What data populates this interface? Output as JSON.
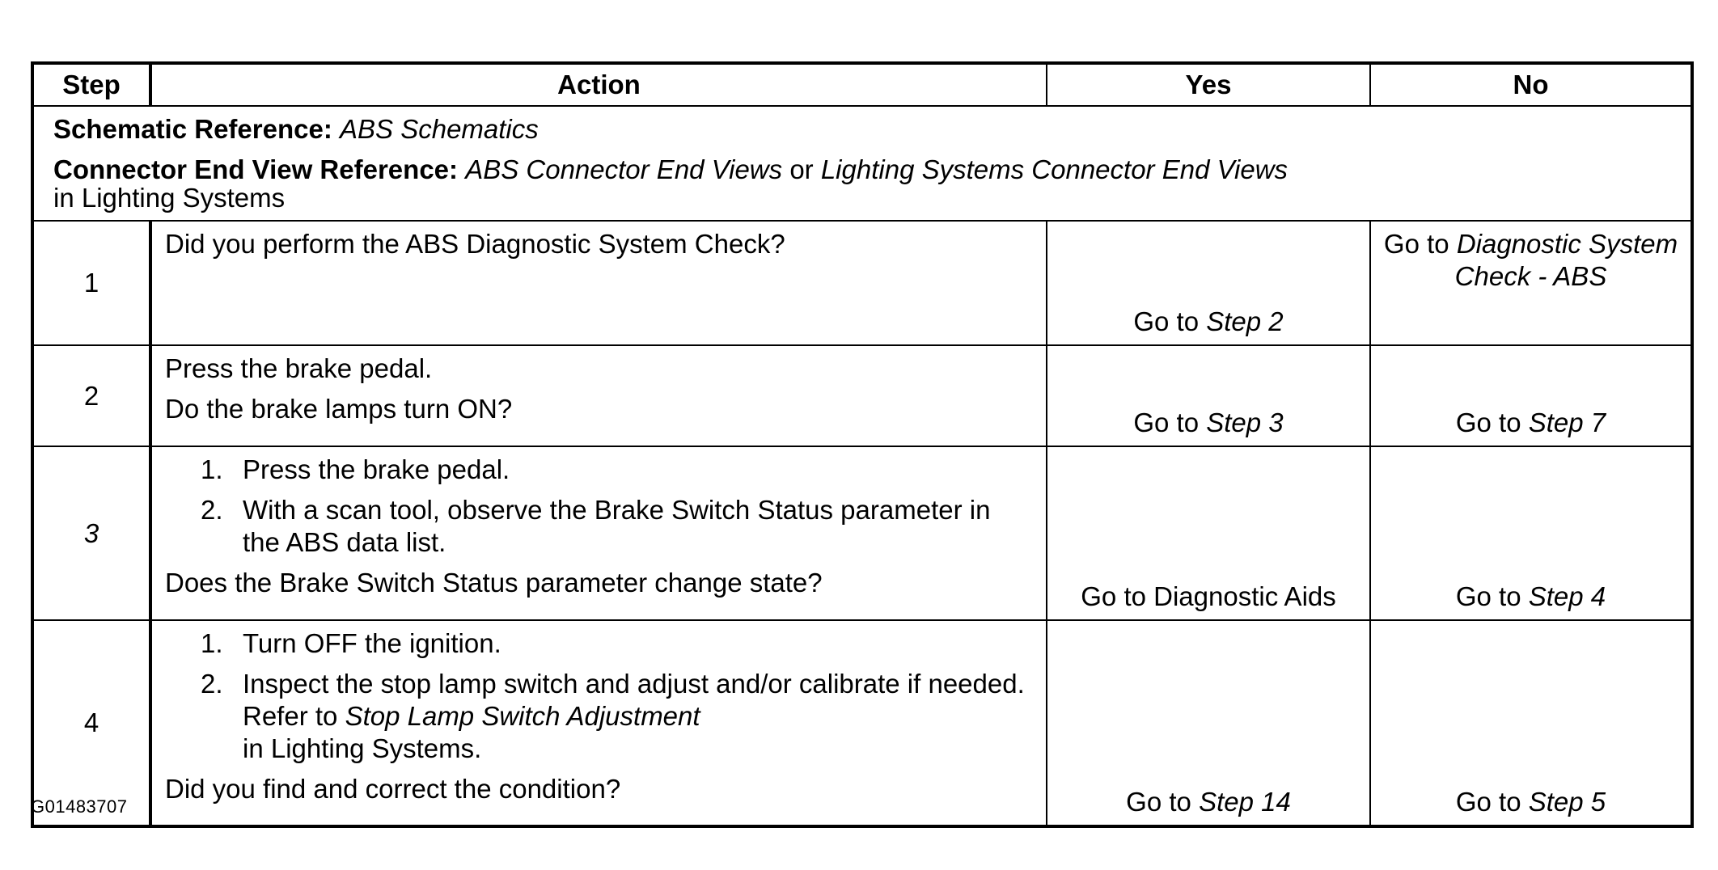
{
  "headers": {
    "step": "Step",
    "action": "Action",
    "yes": "Yes",
    "no": "No"
  },
  "references": {
    "schematic_label": "Schematic Reference:",
    "schematic_value": "ABS Schematics",
    "connector_label": "Connector End View Reference:",
    "connector_value1": "ABS Connector End Views",
    "connector_or": "or",
    "connector_value2": "Lighting Systems Connector End Views",
    "connector_suffix": "in Lighting Systems"
  },
  "rows": [
    {
      "step": "1",
      "question": "Did you perform the ABS Diagnostic System Check?",
      "yes_prefix": "Go to",
      "yes_link": "Step 2",
      "no_prefix": "Go to",
      "no_link": "Diagnostic System Check - ABS"
    },
    {
      "step": "2",
      "instruction": "Press the brake pedal.",
      "question": "Do the brake lamps turn ON?",
      "yes_prefix": "Go to",
      "yes_link": "Step 3",
      "no_prefix": "Go to",
      "no_link": "Step 7"
    },
    {
      "step": "3",
      "items": [
        {
          "num": "1.",
          "text": "Press the brake pedal."
        },
        {
          "num": "2.",
          "text": "With a scan tool, observe the Brake Switch Status parameter in the ABS data list."
        }
      ],
      "question": "Does the Brake Switch Status parameter change state?",
      "yes_text": "Go to Diagnostic Aids",
      "no_prefix": "Go to",
      "no_link": "Step 4"
    },
    {
      "step": "4",
      "items": [
        {
          "num": "1.",
          "text": "Turn OFF the ignition."
        },
        {
          "num": "2.",
          "text_a": "Inspect the stop lamp switch and adjust and/or calibrate if needed. Refer to",
          "link": "Stop Lamp Switch Adjustment",
          "text_b": "in Lighting Systems."
        }
      ],
      "question": "Did you find and correct the condition?",
      "yes_prefix": "Go to",
      "yes_link": "Step 14",
      "no_prefix": "Go to",
      "no_link": "Step 5"
    }
  ],
  "figure_id": "G01483707"
}
